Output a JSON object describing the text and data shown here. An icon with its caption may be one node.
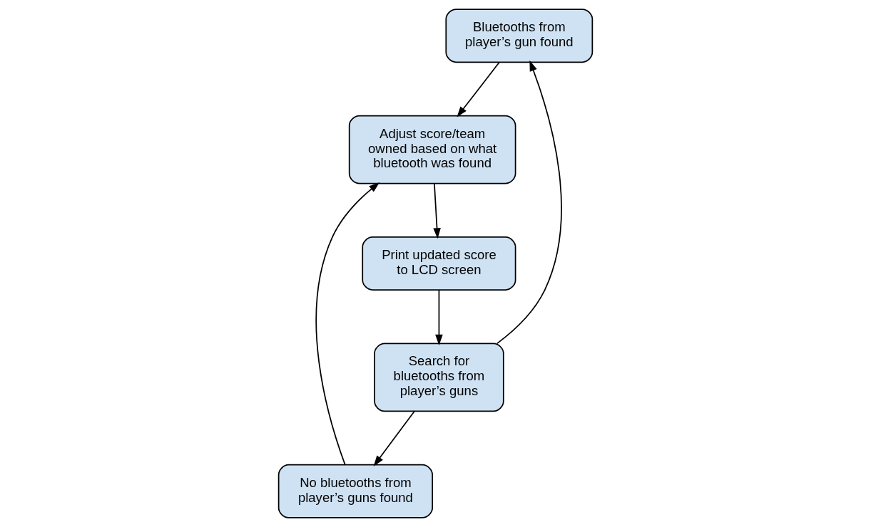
{
  "diagram": {
    "nodes": [
      {
        "text": [
          "Bluetooths from player’s gun found"
        ]
      },
      {
        "text": [
          "No bluetooths from player’s guns found"
        ]
      },
      {
        "text": [
          "Adjust score/team owned based on what bluetooth was found"
        ]
      },
      {
        "text": [
          "Search for bluetooths from player’s guns"
        ]
      },
      {
        "text": [
          "Print updated score to LCD screen"
        ]
      }
    ],
    "edges": [
      {
        "from": 3,
        "to": 0,
        "arrow": "to"
      },
      {
        "from": 3,
        "to": 1,
        "arrow": "to"
      },
      {
        "from": 0,
        "to": 2,
        "arrow": "to"
      },
      {
        "from": 1,
        "to": 2,
        "arrow": "to"
      },
      {
        "from": 2,
        "to": 4,
        "arrow": "to"
      },
      {
        "from": 4,
        "to": 3,
        "arrow": "to"
      }
    ]
  }
}
